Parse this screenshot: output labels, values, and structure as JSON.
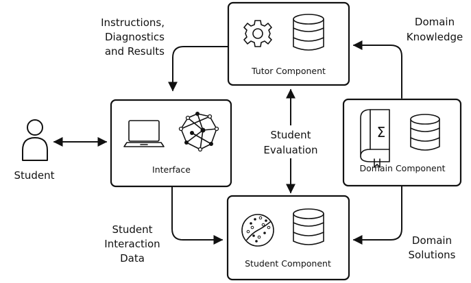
{
  "components": {
    "tutor": "Tutor Component",
    "interface": "Interface",
    "domain": "Domain Component",
    "student": "Student Component"
  },
  "actor": {
    "label": "Student"
  },
  "flows": {
    "tutor_to_interface": [
      "Instructions,",
      "Diagnostics",
      "and Results"
    ],
    "domain_to_tutor": [
      "Domain",
      "Knowledge"
    ],
    "evaluation": [
      "Student",
      "Evaluation"
    ],
    "interface_to_student": [
      "Student",
      "Interaction",
      "Data"
    ],
    "domain_to_student": [
      "Domain",
      "Solutions"
    ]
  },
  "icons": [
    "gear-icon",
    "database-icon",
    "laptop-icon",
    "network-icon",
    "book-icon",
    "sigma-symbol",
    "user-icon",
    "scatter-plot-icon"
  ]
}
